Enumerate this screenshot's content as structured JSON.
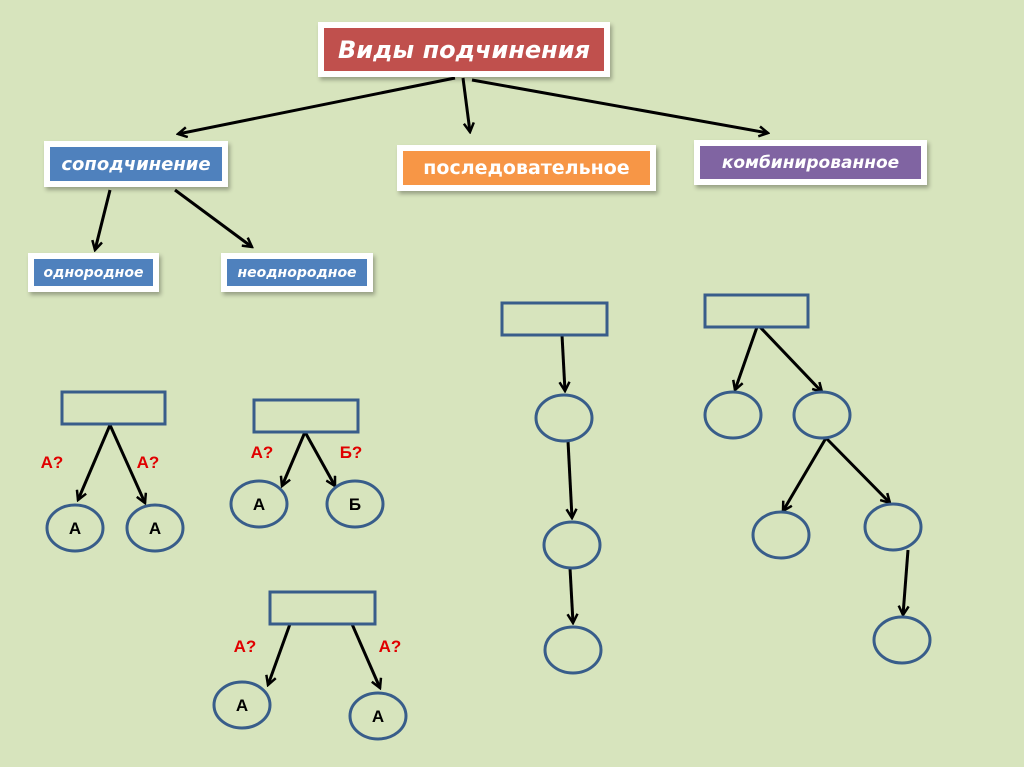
{
  "title": "Виды подчинения",
  "categories": {
    "coordinate": "соподчинение",
    "sequential": "последовательное",
    "combined": "комбинированное"
  },
  "subcategories": {
    "homogeneous": "однородное",
    "heterogeneous": "неоднородное"
  },
  "schemes": {
    "homogeneous": {
      "q1": "А?",
      "q2": "А?",
      "n1": "А",
      "n2": "А"
    },
    "heterogeneous": {
      "q1": "А?",
      "q2": "Б?",
      "n1": "А",
      "n2": "Б"
    },
    "homogeneous2": {
      "q1": "А?",
      "q2": "А?",
      "n1": "А",
      "n2": "А"
    }
  },
  "colors": {
    "background": "#d7e4bd",
    "title": "#c0504d",
    "coordinate": "#4f81bd",
    "sequential": "#f79646",
    "combined": "#8064a2",
    "question": "#e00000",
    "shape_stroke": "#385d8a"
  }
}
